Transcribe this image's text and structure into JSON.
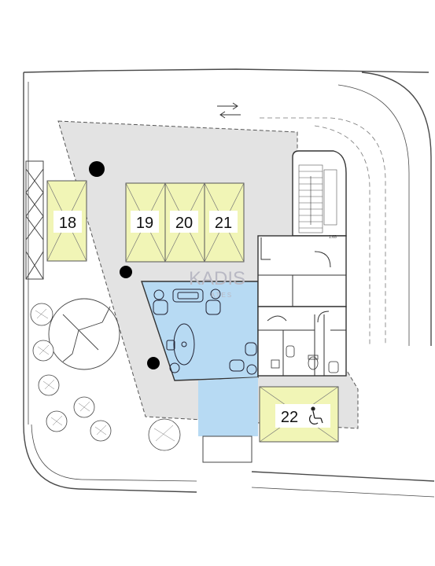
{
  "plan": {
    "parking_spaces": [
      {
        "number": "18"
      },
      {
        "number": "19"
      },
      {
        "number": "20"
      },
      {
        "number": "21"
      },
      {
        "number": "22",
        "accessible": true
      }
    ],
    "watermark": {
      "brand": "KADIS",
      "sub": "ATES"
    },
    "stair_labels": [
      "1.65"
    ],
    "colors": {
      "parking_fill": "#f1f5b6",
      "lobby_fill": "#b7daf3",
      "ground_fill": "#e3e3e3",
      "line": "#4a4a4a"
    },
    "icons": [
      "wheelchair-icon",
      "tree-icon",
      "column-icon",
      "traffic-arrow-icon"
    ]
  }
}
